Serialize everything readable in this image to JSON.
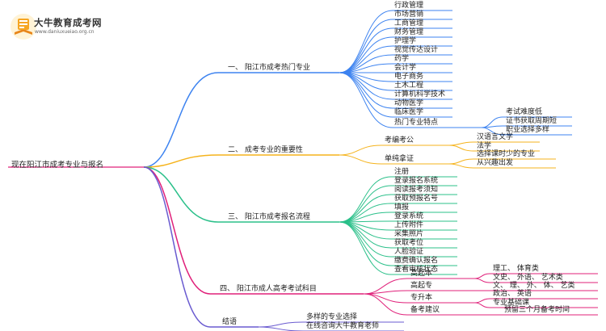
{
  "logo": {
    "name": "大牛教育成考网",
    "url": "www.daniuxueiao.org.cn"
  },
  "colors": {
    "blue": "#3d83f0",
    "orange": "#f5b31c",
    "green": "#2bc08a",
    "magenta": "#e0207a",
    "purple": "#6a5bd0"
  },
  "root": "现在阳江市成考专业与报名",
  "branches": [
    {
      "label": "一、 阳江市成考热门专业",
      "children": [
        {
          "label": "行政管理"
        },
        {
          "label": "市场营销"
        },
        {
          "label": "工商管理"
        },
        {
          "label": "财务管理"
        },
        {
          "label": "护理学"
        },
        {
          "label": "视觉传达设计"
        },
        {
          "label": "药学"
        },
        {
          "label": "会计学"
        },
        {
          "label": "电子商务"
        },
        {
          "label": "土木工程"
        },
        {
          "label": "计算机科学技术"
        },
        {
          "label": "动物医学"
        },
        {
          "label": "临床医学"
        },
        {
          "label": "热门专业特点",
          "children": [
            "考试难度低",
            "证书获取周期短",
            "职业选择多样"
          ]
        }
      ]
    },
    {
      "label": "二、 成考专业的重要性",
      "children": [
        {
          "label": "考编考公",
          "children": [
            "汉语言文学",
            "法学"
          ]
        },
        {
          "label": "单纯拿证",
          "children": [
            "选择课时少的专业",
            "从兴趣出发"
          ]
        }
      ]
    },
    {
      "label": "三、 阳江市成考报名流程",
      "children": [
        {
          "label": "注册"
        },
        {
          "label": "登录报名系统"
        },
        {
          "label": "阅读报考须知"
        },
        {
          "label": "获取预报名号"
        },
        {
          "label": "填报"
        },
        {
          "label": "登录系统"
        },
        {
          "label": "上传附件"
        },
        {
          "label": "采集照片"
        },
        {
          "label": "获取考位"
        },
        {
          "label": "人脸验证"
        },
        {
          "label": "缴费确认报名"
        },
        {
          "label": "查看审核状态"
        }
      ]
    },
    {
      "label": "四、 阳江市成人高考考试科目",
      "children": [
        {
          "label": "高起本",
          "children": [
            "理工、 体育类",
            "文史、 外语、 艺术类"
          ]
        },
        {
          "label": "高起专",
          "children": [
            "文、 理、 外、 体、 艺类"
          ]
        },
        {
          "label": "专升本",
          "children": [
            "政治、 英语",
            "专业基础课"
          ]
        },
        {
          "label": "备考建议",
          "children": [
            "预留三个月备考时间"
          ]
        }
      ]
    },
    {
      "label": "结语",
      "children": [
        {
          "label": "多样的专业选择"
        },
        {
          "label": "在线咨询大牛教育老师"
        }
      ]
    }
  ]
}
